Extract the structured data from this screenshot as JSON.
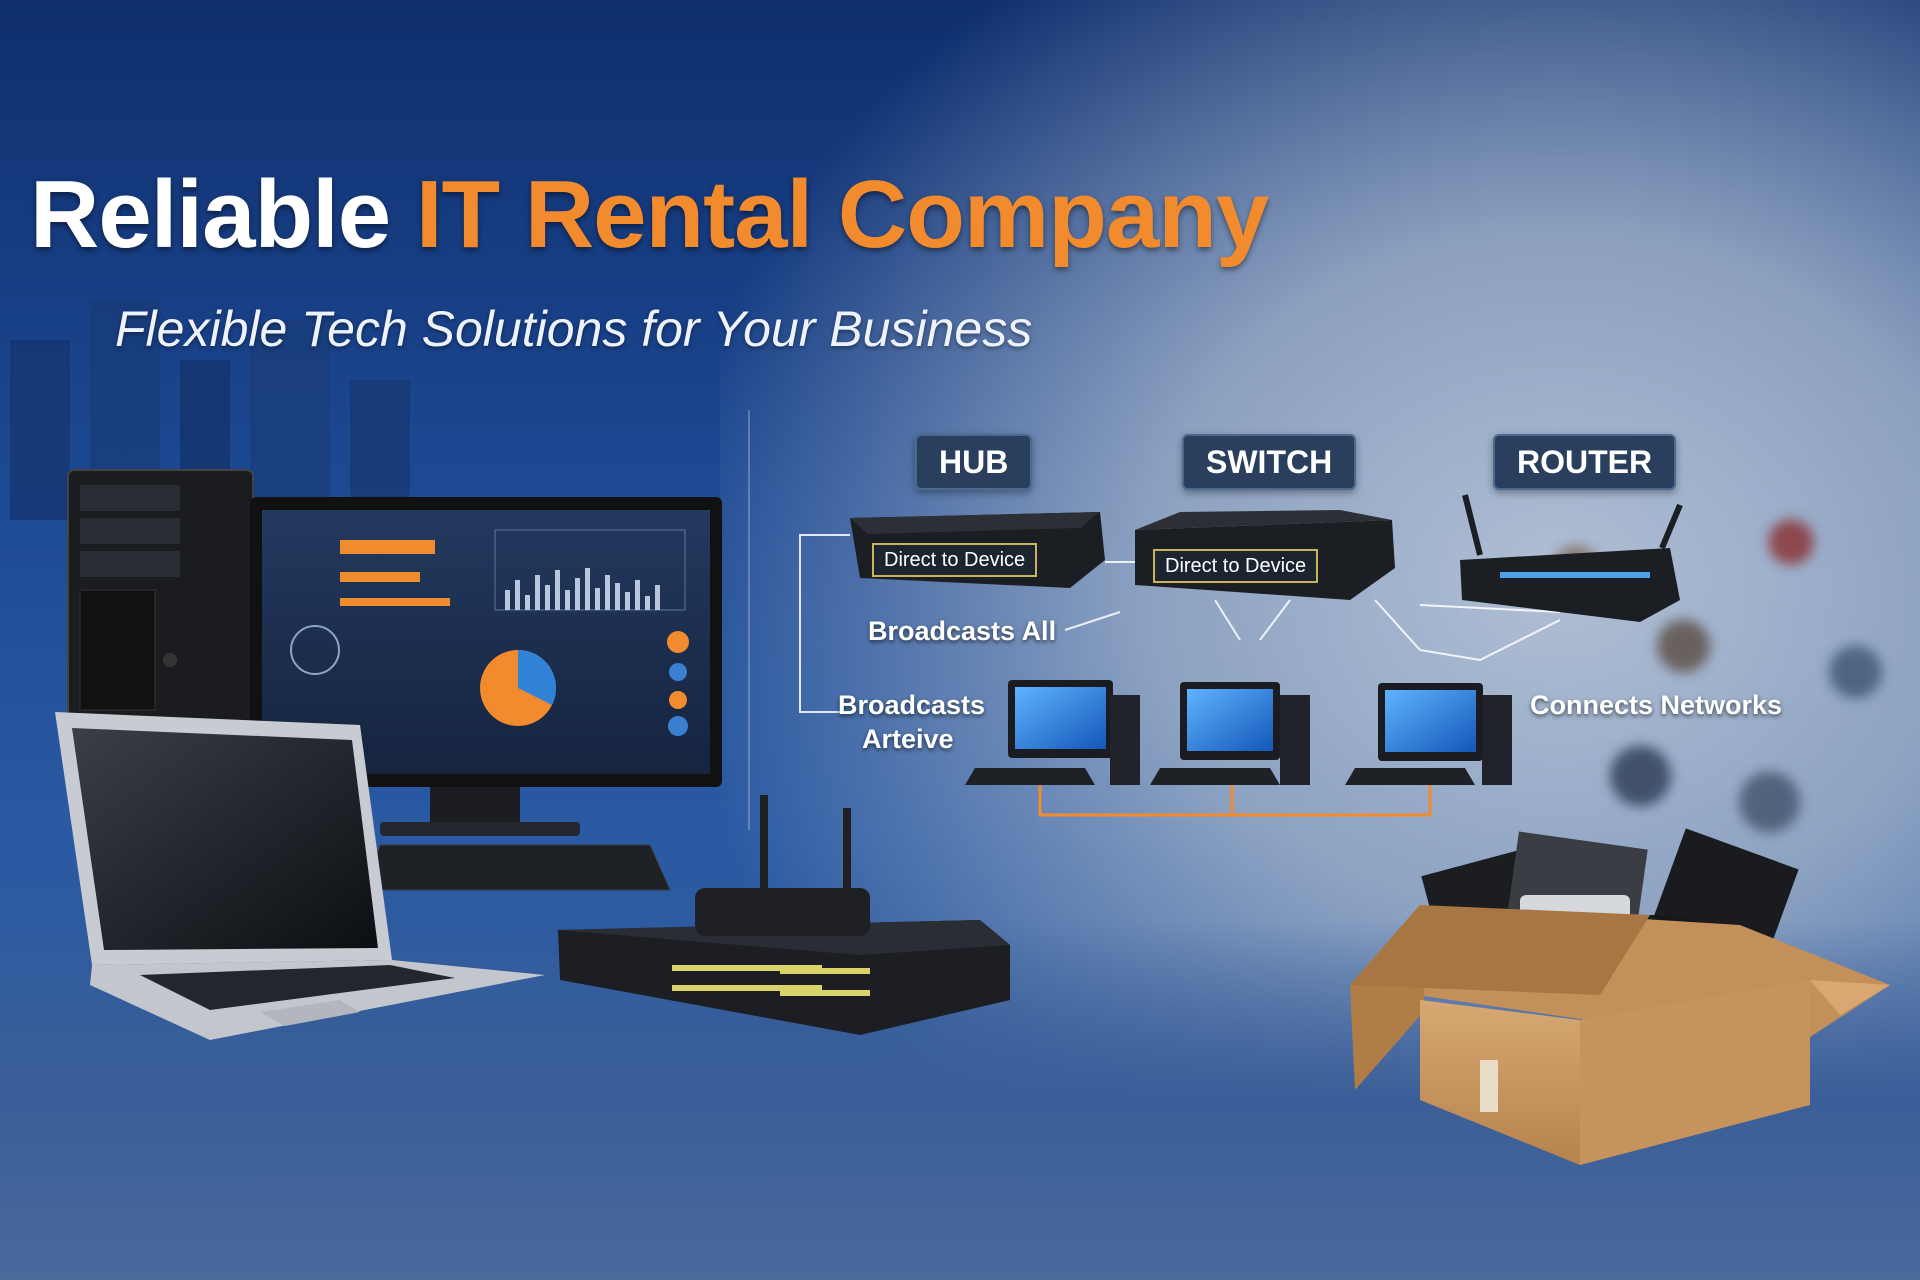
{
  "hero": {
    "title_part1": "Reliable",
    "title_part2": "IT Rental Company",
    "subtitle": "Flexible Tech Solutions for Your Business"
  },
  "network": {
    "labels": {
      "hub": "HUB",
      "switch": "SWITCH",
      "router": "ROUTER"
    },
    "hub_box_text": "Direct to Device",
    "switch_box_text": "Direct to Device",
    "broadcasts_all": "Broadcasts All",
    "broadcasts_line1": "Broadcasts",
    "broadcasts_line2": "Arteive",
    "connects_networks": "Connects Networks"
  },
  "colors": {
    "accent_orange": "#f28a2e",
    "background_blue": "#1e4a95",
    "label_bg": "#2a3f5e"
  }
}
